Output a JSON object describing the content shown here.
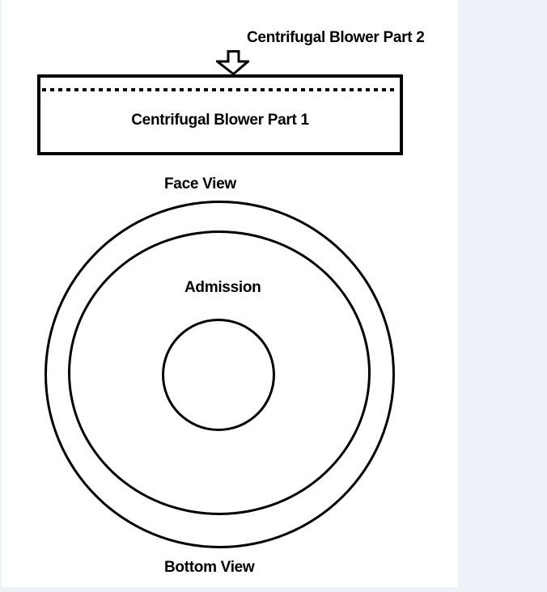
{
  "surface": {
    "page_background": "#ffffff",
    "gutter_color": "#edf1f8",
    "line_color": "#000000"
  },
  "labels": {
    "part2": "Centrifugal Blower Part 2",
    "part1": "Centrifugal Blower Part 1",
    "face_view": "Face View",
    "admission": "Admission",
    "bottom_view": "Bottom View"
  }
}
